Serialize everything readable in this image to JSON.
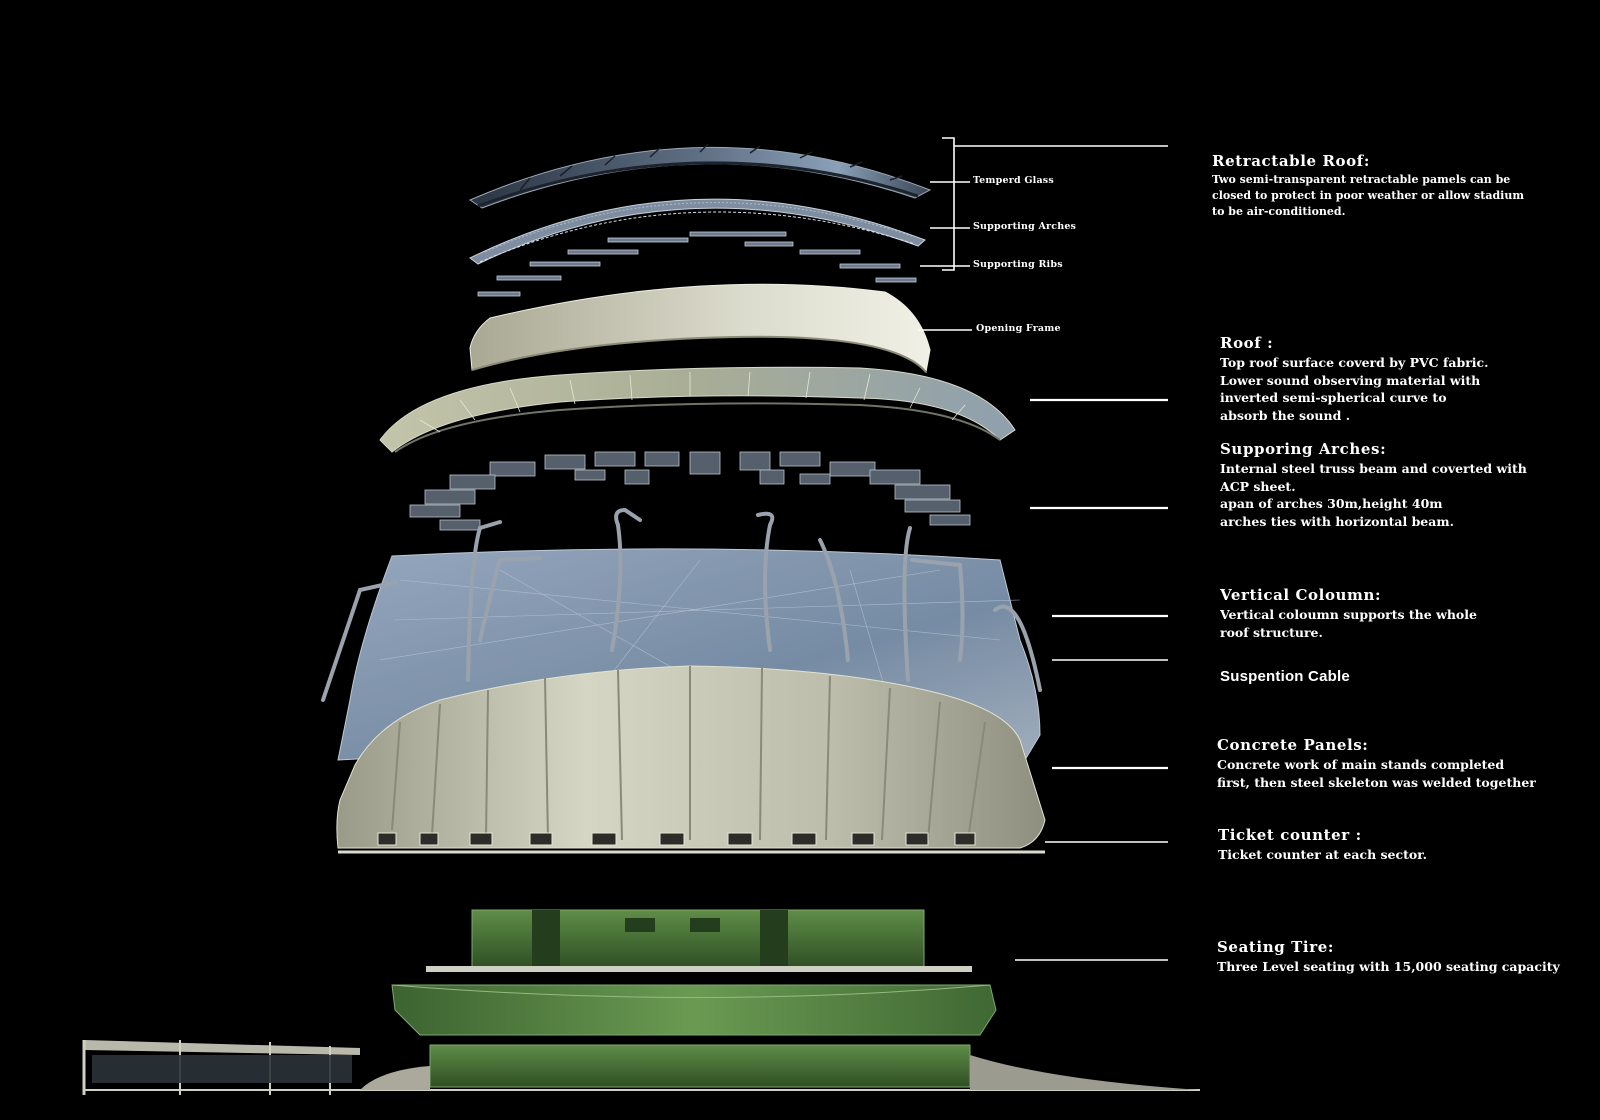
{
  "components": {
    "tempered_glass": "Temperd Glass",
    "supporting_arches": "Supporting Arches",
    "supporting_ribs": "Supporting Ribs",
    "opening_frame": "Opening Frame"
  },
  "notes": [
    {
      "key": "retractable_roof",
      "title": "Retractable Roof:",
      "body": "Two semi-transparent retractable pamels can be\nclosed to protect in poor weather or allow stadium\nto be air-conditioned."
    },
    {
      "key": "roof",
      "title": "Roof :",
      "body": "Top roof surface coverd by PVC fabric.\nLower sound observing material with\ninverted semi-spherical curve to\nabsorb the sound ."
    },
    {
      "key": "supporting_arches",
      "title": "Supporing Arches:",
      "body": "Internal steel truss beam and coverted with\nACP sheet.\napan of arches 30m,height 40m\narches ties with horizontal beam."
    },
    {
      "key": "vertical_column",
      "title": "Vertical Coloumn:",
      "body": "Vertical coloumn supports the whole\nroof structure."
    },
    {
      "key": "suspension_cable",
      "title": "Suspention Cable",
      "body": ""
    },
    {
      "key": "concrete_panels",
      "title": "Concrete Panels:",
      "body": "Concrete work of main stands completed\nfirst, then steel skeleton was welded together"
    },
    {
      "key": "ticket_counter",
      "title": "Ticket counter :",
      "body": "Ticket counter at each sector."
    },
    {
      "key": "seating_tier",
      "title": "Seating Tire:",
      "body": "Three Level seating with 15,000 seating capacity"
    }
  ],
  "colors": {
    "background": "#000000",
    "glass": "#3b4a5c",
    "concrete": "#c9c8b4",
    "membrane": "#8ea0b8",
    "seating_green": "#4d7a3c"
  }
}
